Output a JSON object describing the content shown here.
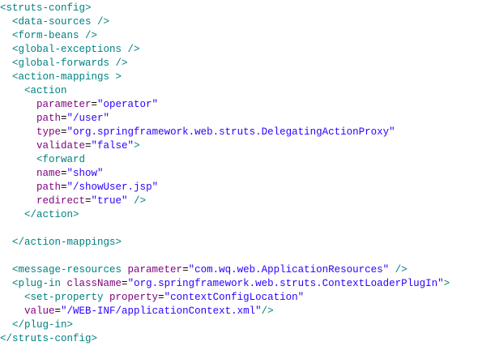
{
  "document": {
    "lines": [
      {
        "indent": 0,
        "tokens": [
          {
            "t": "tag",
            "v": "<struts-config>"
          }
        ]
      },
      {
        "indent": 1,
        "tokens": [
          {
            "t": "tag",
            "v": "<data-sources />"
          }
        ]
      },
      {
        "indent": 1,
        "tokens": [
          {
            "t": "tag",
            "v": "<form-beans />"
          }
        ]
      },
      {
        "indent": 1,
        "tokens": [
          {
            "t": "tag",
            "v": "<global-exceptions />"
          }
        ]
      },
      {
        "indent": 1,
        "tokens": [
          {
            "t": "tag",
            "v": "<global-forwards />"
          }
        ]
      },
      {
        "indent": 1,
        "tokens": [
          {
            "t": "tag",
            "v": "<action-mappings >"
          }
        ]
      },
      {
        "indent": 2,
        "tokens": [
          {
            "t": "tag",
            "v": "<action"
          }
        ]
      },
      {
        "indent": 3,
        "tokens": [
          {
            "t": "attr",
            "v": "parameter"
          },
          {
            "t": "eq",
            "v": "="
          },
          {
            "t": "val",
            "v": "\"operator\""
          }
        ]
      },
      {
        "indent": 3,
        "tokens": [
          {
            "t": "attr",
            "v": "path"
          },
          {
            "t": "eq",
            "v": "="
          },
          {
            "t": "val",
            "v": "\"/user\""
          }
        ]
      },
      {
        "indent": 3,
        "tokens": [
          {
            "t": "attr",
            "v": "type"
          },
          {
            "t": "eq",
            "v": "="
          },
          {
            "t": "val",
            "v": "\"org.springframework.web.struts.DelegatingActionProxy\""
          }
        ]
      },
      {
        "indent": 3,
        "tokens": [
          {
            "t": "attr",
            "v": "validate"
          },
          {
            "t": "eq",
            "v": "="
          },
          {
            "t": "val",
            "v": "\"false\""
          },
          {
            "t": "tag",
            "v": ">"
          }
        ]
      },
      {
        "indent": 3,
        "tokens": [
          {
            "t": "tag",
            "v": "<forward"
          }
        ]
      },
      {
        "indent": 3,
        "tokens": [
          {
            "t": "attr",
            "v": "name"
          },
          {
            "t": "eq",
            "v": "="
          },
          {
            "t": "val",
            "v": "\"show\""
          }
        ]
      },
      {
        "indent": 3,
        "tokens": [
          {
            "t": "attr",
            "v": "path"
          },
          {
            "t": "eq",
            "v": "="
          },
          {
            "t": "val",
            "v": "\"/showUser.jsp\""
          }
        ]
      },
      {
        "indent": 3,
        "tokens": [
          {
            "t": "attr",
            "v": "redirect"
          },
          {
            "t": "eq",
            "v": "="
          },
          {
            "t": "val",
            "v": "\"true\""
          },
          {
            "t": "tag",
            "v": " />"
          }
        ]
      },
      {
        "indent": 2,
        "tokens": [
          {
            "t": "tag",
            "v": "</action>"
          }
        ]
      },
      {
        "indent": 0,
        "tokens": []
      },
      {
        "indent": 1,
        "tokens": [
          {
            "t": "tag",
            "v": "</action-mappings>"
          }
        ]
      },
      {
        "indent": 0,
        "tokens": []
      },
      {
        "indent": 1,
        "tokens": [
          {
            "t": "tag",
            "v": "<message-resources "
          },
          {
            "t": "attr",
            "v": "parameter"
          },
          {
            "t": "eq",
            "v": "="
          },
          {
            "t": "val",
            "v": "\"com.wq.web.ApplicationResources\""
          },
          {
            "t": "tag",
            "v": " />"
          }
        ]
      },
      {
        "indent": 1,
        "tokens": [
          {
            "t": "tag",
            "v": "<plug-in "
          },
          {
            "t": "attr",
            "v": "className"
          },
          {
            "t": "eq",
            "v": "="
          },
          {
            "t": "val",
            "v": "\"org.springframework.web.struts.ContextLoaderPlugIn\""
          },
          {
            "t": "tag",
            "v": ">"
          }
        ]
      },
      {
        "indent": 2,
        "tokens": [
          {
            "t": "tag",
            "v": "<set-property "
          },
          {
            "t": "attr",
            "v": "property"
          },
          {
            "t": "eq",
            "v": "="
          },
          {
            "t": "val",
            "v": "\"contextConfigLocation\""
          }
        ]
      },
      {
        "indent": 2,
        "tokens": [
          {
            "t": "attr",
            "v": "value"
          },
          {
            "t": "eq",
            "v": "="
          },
          {
            "t": "val",
            "v": "\"/WEB-INF/applicationContext.xml\""
          },
          {
            "t": "tag",
            "v": "/>"
          }
        ]
      },
      {
        "indent": 1,
        "tokens": [
          {
            "t": "tag",
            "v": "</plug-in>"
          }
        ]
      },
      {
        "indent": 0,
        "tokens": [
          {
            "t": "tag",
            "v": "</struts-config>"
          }
        ]
      }
    ]
  },
  "colors": {
    "tag": "#008080",
    "attribute": "#7f007f",
    "value": "#2a00ff",
    "background": "#ffffff"
  }
}
